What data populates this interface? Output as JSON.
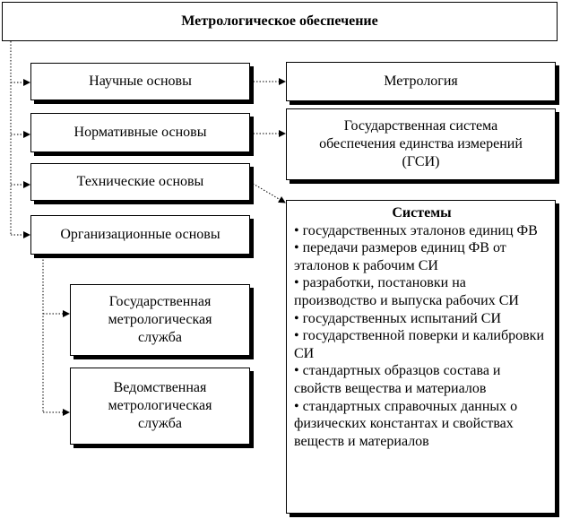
{
  "title": "Метрологическое обеспечение",
  "left_nodes": [
    {
      "label": "Научные основы"
    },
    {
      "label": "Нормативные основы"
    },
    {
      "label": "Технические основы"
    },
    {
      "label": "Организационные основы"
    }
  ],
  "right_nodes": {
    "metrology": "Метрология",
    "gsi": [
      "Государственная система",
      "обеспечения единства измерений",
      "(ГСИ)"
    ]
  },
  "services": {
    "state": [
      "Государственная",
      "метрологическая",
      "служба"
    ],
    "departmental": [
      "Ведомственная",
      "метрологическая",
      "служба"
    ]
  },
  "systems": {
    "title": "Системы",
    "items": [
      "государственных эталонов единиц ФВ",
      "передачи размеров единиц ФВ от эталонов к рабочим СИ",
      "разработки, постановки на производство и выпуска рабочих СИ",
      "государственных испытаний СИ",
      "государственной поверки и калибровки СИ",
      "стандартных образцов состава и свойств вещества и материалов",
      "стандартных справочных данных о физических константах и свойствах веществ и материалов"
    ]
  }
}
